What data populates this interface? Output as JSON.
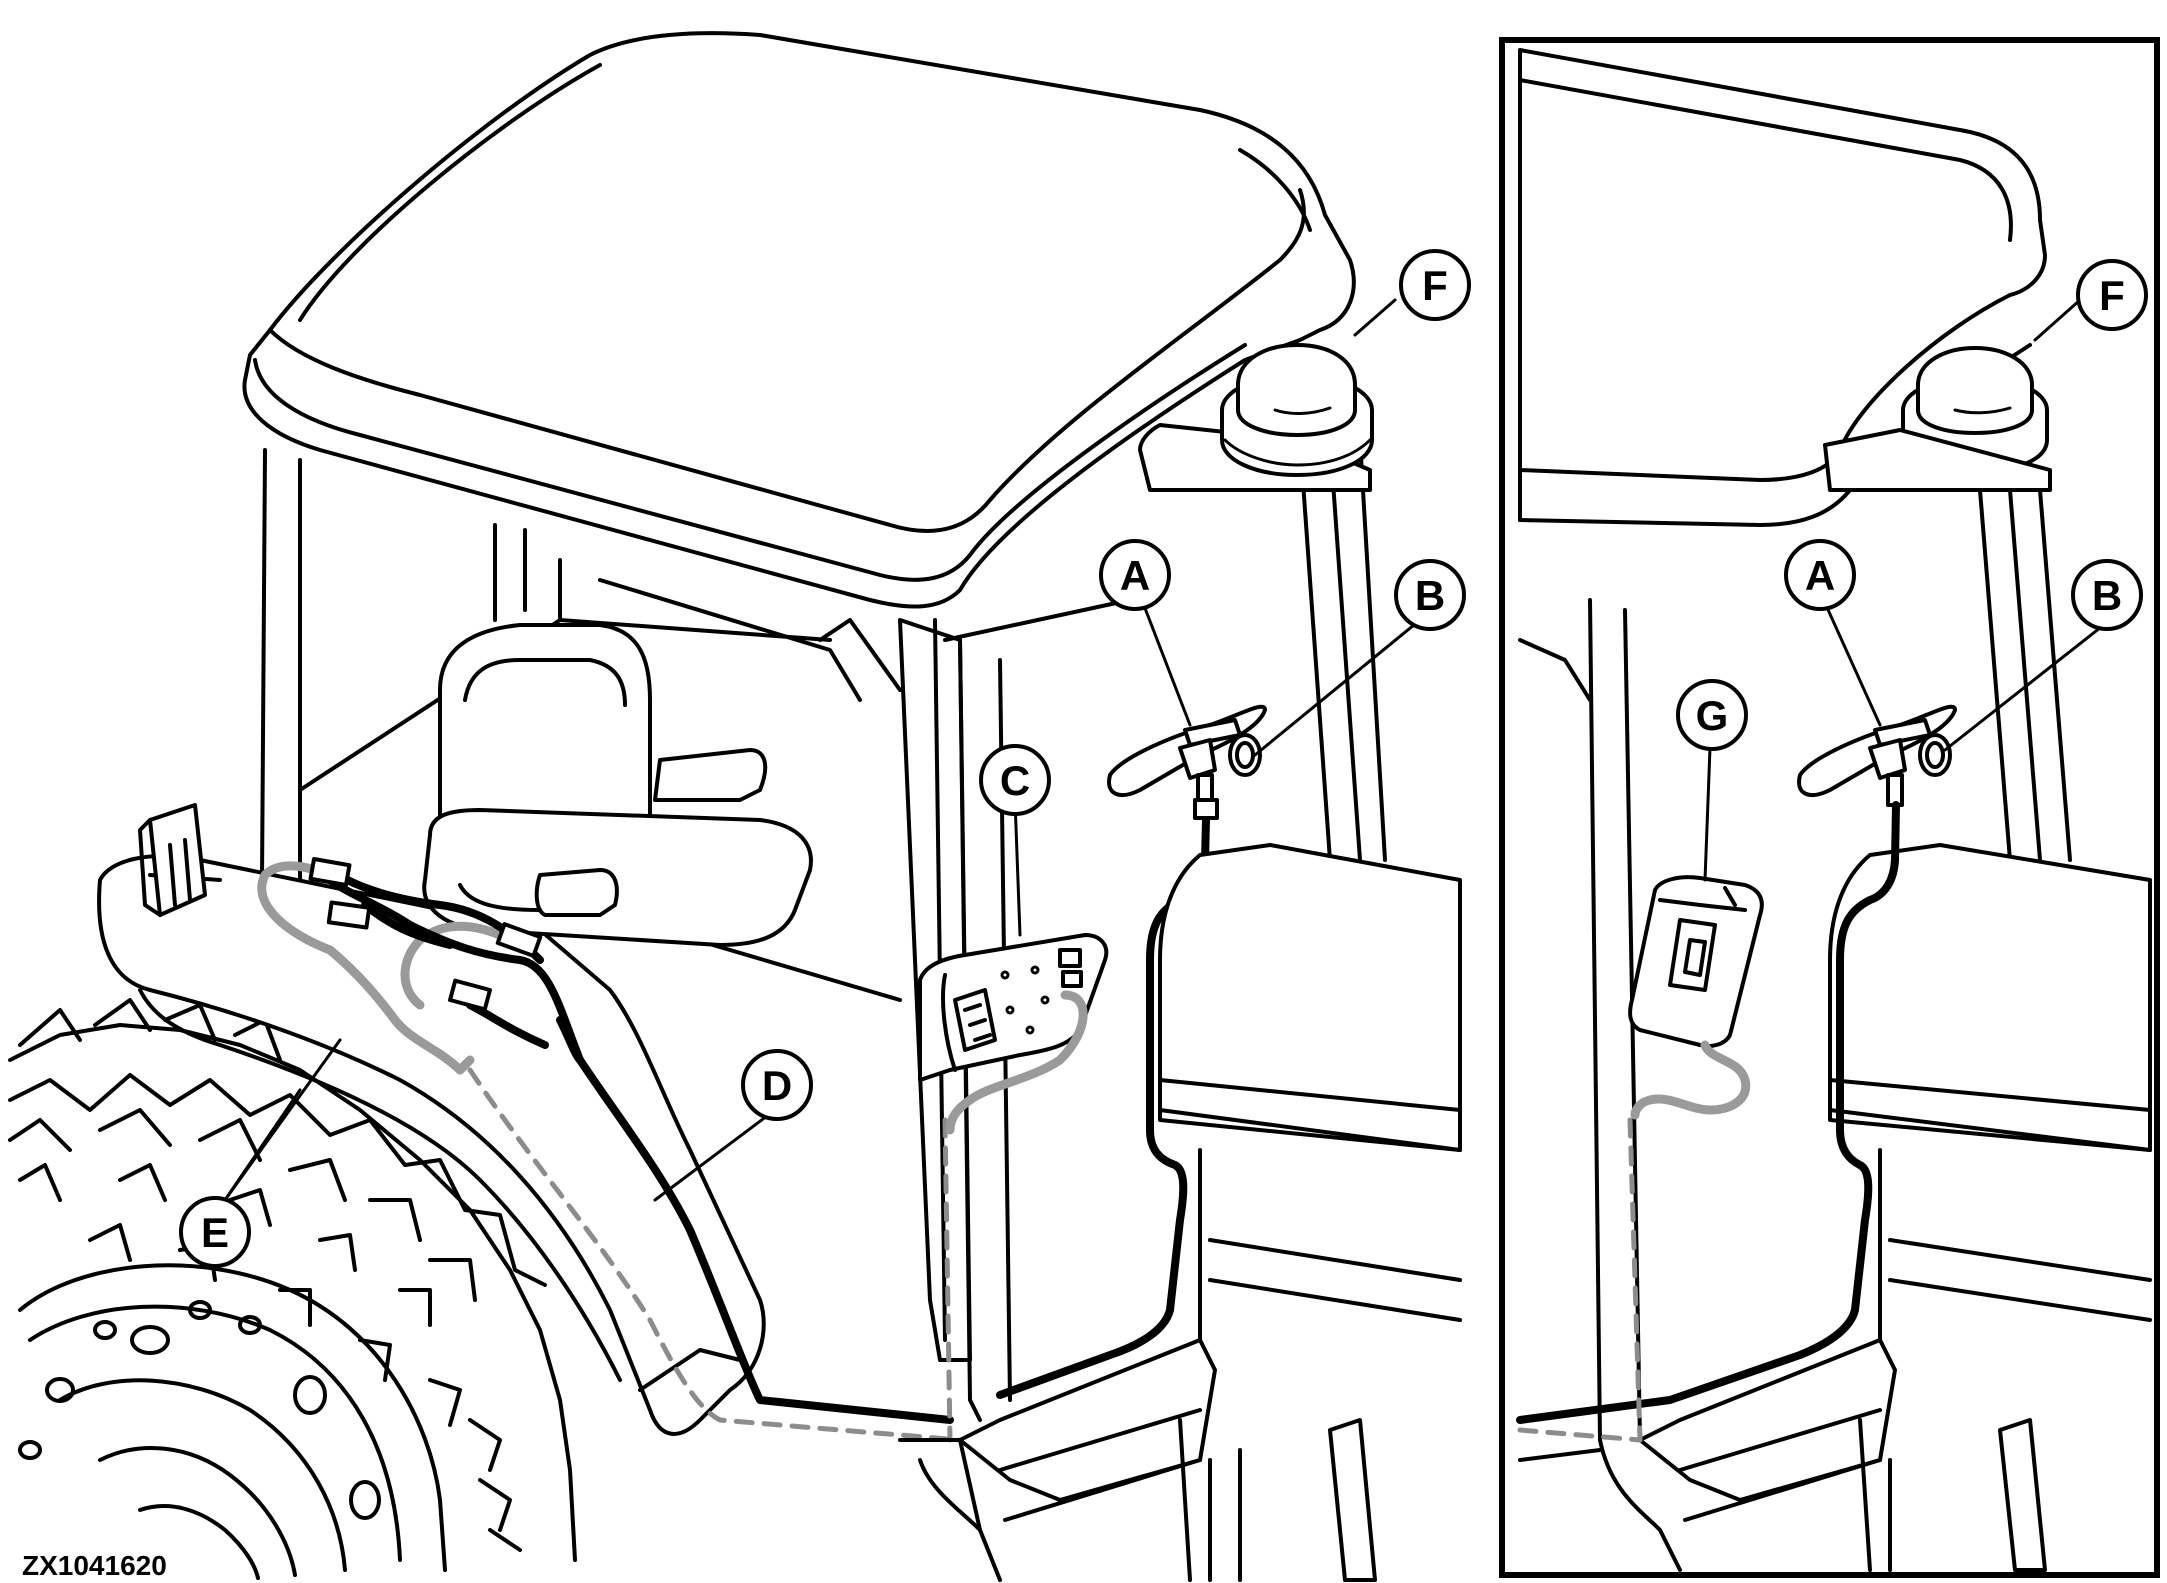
{
  "figure_id": "ZX1041620",
  "left_view": {
    "callouts": {
      "A": "A",
      "B": "B",
      "C": "C",
      "D": "D",
      "E": "E",
      "F": "F"
    }
  },
  "inset_view": {
    "callouts": {
      "A": "A",
      "B": "B",
      "F": "F",
      "G": "G"
    }
  },
  "colors": {
    "line": "#000000",
    "background": "#ffffff",
    "cable_gray": "#9a9a9a"
  }
}
